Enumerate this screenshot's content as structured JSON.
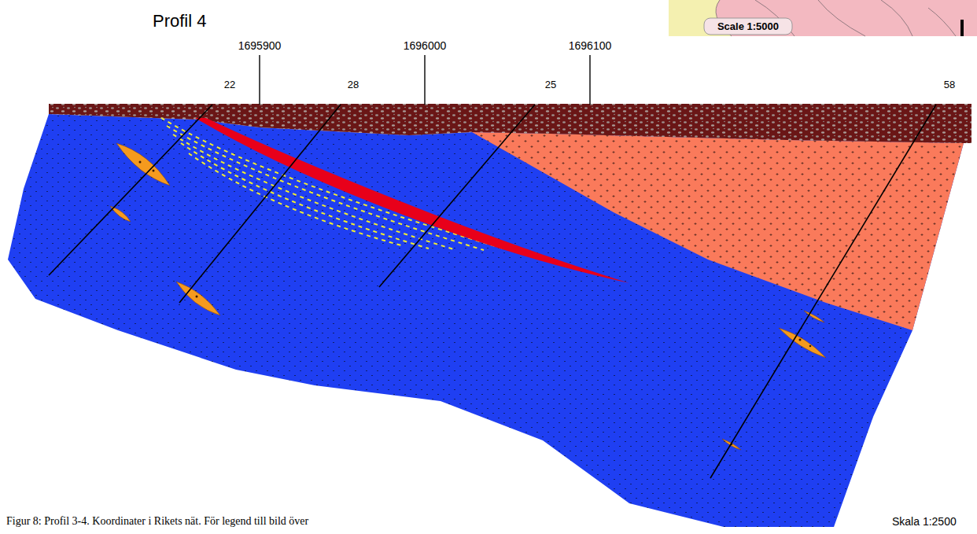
{
  "diagram": {
    "title": "Profil 4",
    "caption": "Figur 8: Profil 3-4. Koordinater i Rikets nät. För legend till bild över",
    "labels": [
      "Scale 1:5000",
      "1695900",
      "1696000",
      "1696100",
      "22",
      "28",
      "25",
      "58",
      "Skala 1:2500"
    ]
  }
}
